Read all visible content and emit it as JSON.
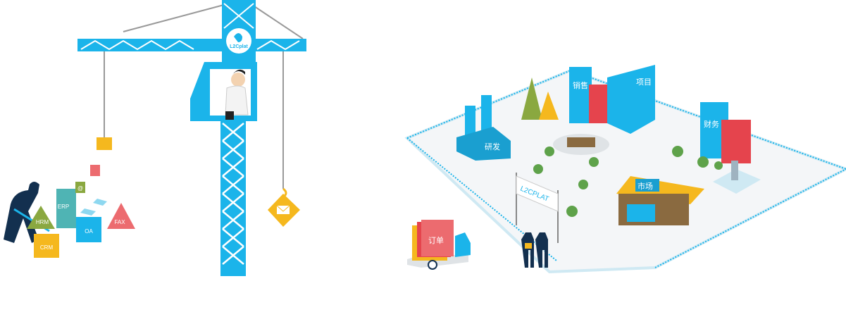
{
  "logo": {
    "text": "L2Cplat"
  },
  "blocks": {
    "erp": "ERP",
    "crm": "CRM",
    "oa": "OA",
    "fax": "FAX",
    "hrm": "HRM",
    "email": "@"
  },
  "buildings": {
    "rnd": "研发",
    "sales": "销售",
    "project": "项目",
    "finance": "财务",
    "market": "市场"
  },
  "gate_sign": "L2CPLAT",
  "truck_cargo": "订单",
  "colors": {
    "crane": "#1bb4ea",
    "navy": "#13304f",
    "yellow": "#f5b81e",
    "red": "#e5444d",
    "teal": "#4fb4b4"
  }
}
